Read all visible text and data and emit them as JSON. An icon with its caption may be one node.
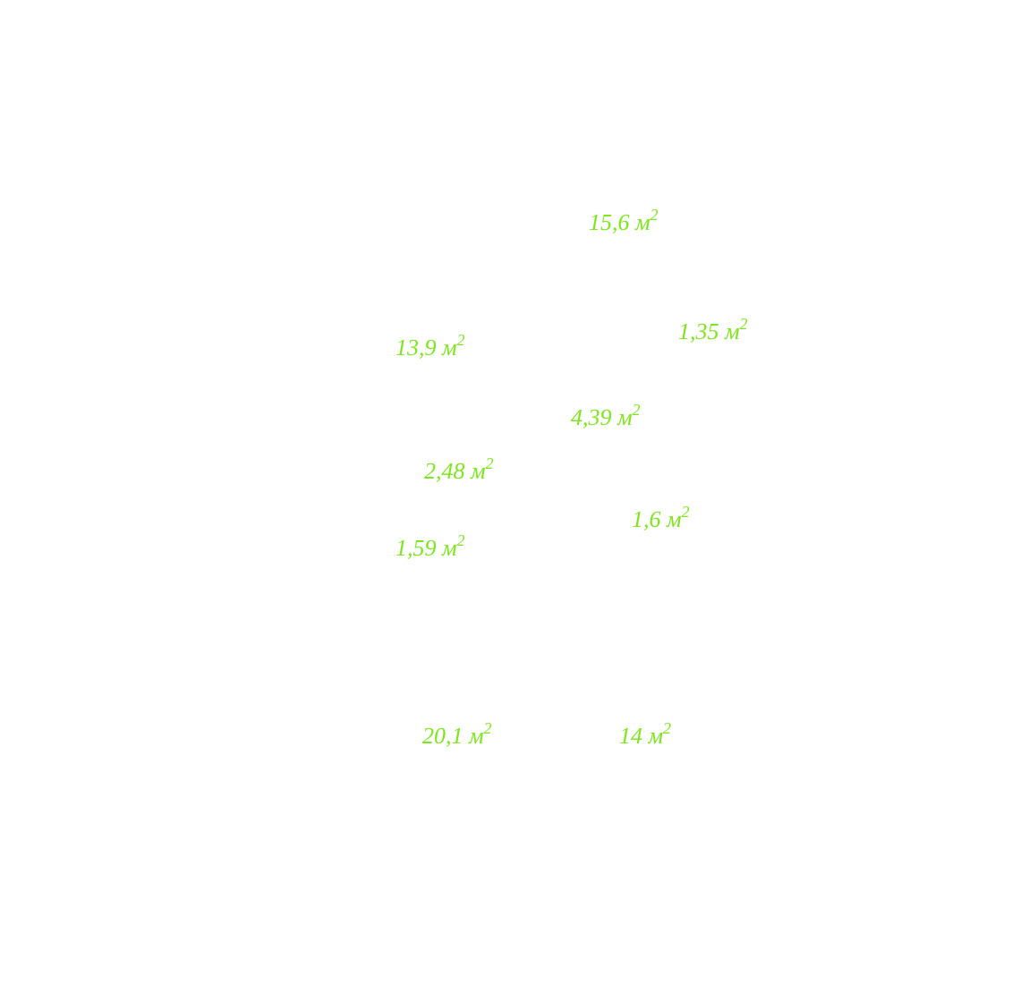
{
  "diagram": {
    "labels": [
      "15,6 м$^{2}$",
      "1,35 м$^{2}$",
      "13,9 м$^{2}$",
      "4,39 м$^{2}$",
      "2,48 м$^{2}$",
      "1,6 м$^{2}$",
      "1,59 м$^{2}$",
      "20,1 м$^{2}$",
      "14 м$^{2}$"
    ]
  }
}
